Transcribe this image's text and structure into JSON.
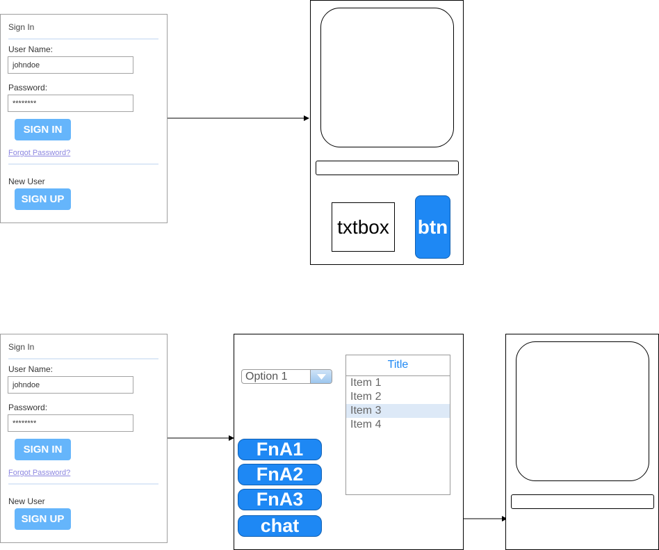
{
  "signin_panels": [
    {
      "title": "Sign In",
      "username_label": "User Name:",
      "username_value": "johndoe",
      "password_label": "Password:",
      "password_value": "********",
      "signin_label": "SIGN IN",
      "forgot_label": "Forgot Password?",
      "new_user_label": "New User",
      "signup_label": "SIGN UP"
    },
    {
      "title": "Sign In",
      "username_label": "User Name:",
      "username_value": "johndoe",
      "password_label": "Password:",
      "password_value": "********",
      "signin_label": "SIGN IN",
      "forgot_label": "Forgot Password?",
      "new_user_label": "New User",
      "signup_label": "SIGN UP"
    }
  ],
  "device_top": {
    "textbox_label": "txtbox",
    "button_label": "btn"
  },
  "menu_screen": {
    "dropdown_value": "Option 1",
    "list_title": "Title",
    "list_items": [
      "Item 1",
      "Item 2",
      "Item 3",
      "Item 4"
    ],
    "selected_index": 2,
    "function_buttons": [
      "FnA1",
      "FnA2",
      "FnA3",
      "chat"
    ]
  },
  "colors": {
    "accent_blue": "#1e88f4",
    "light_button": "#65b5fb",
    "list_title": "#1e88f4",
    "selected_row": "#dde9f7",
    "link": "#8c86e0"
  }
}
